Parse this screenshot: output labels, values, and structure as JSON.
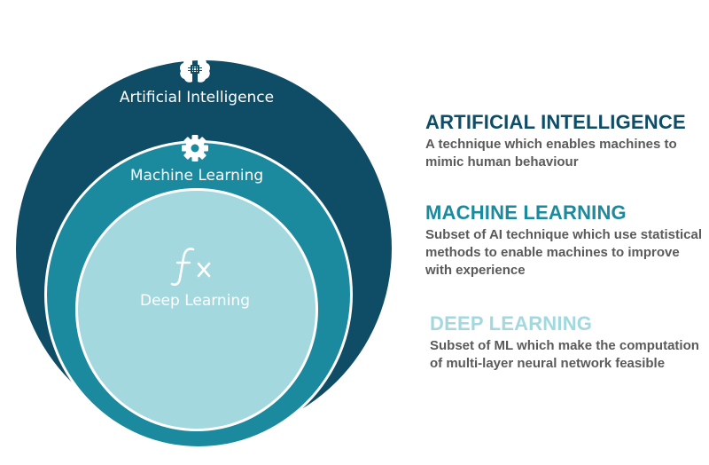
{
  "diagram": {
    "circles": [
      {
        "label": "Artificial Intelligence",
        "icon": "brain-chip-icon",
        "color": "#0f4c66"
      },
      {
        "label": "Machine Learning",
        "icon": "gear-icon",
        "color": "#1c8a9e"
      },
      {
        "label": "Deep Learning",
        "icon": "function-fx-icon",
        "color": "#a3d8df"
      }
    ]
  },
  "legend": {
    "ai": {
      "title": "ARTIFICIAL INTELLIGENCE",
      "description": "A technique which enables machines to mimic human behaviour",
      "color": "#0f4c66"
    },
    "ml": {
      "title": "MACHINE LEARNING",
      "description": "Subset of AI technique which use statistical methods to enable machines to improve with experience",
      "color": "#1c8a9e"
    },
    "dl": {
      "title": "DEEP LEARNING",
      "description": "Subset of ML which make the computation of multi-layer neural network feasible",
      "color": "#a3d8df"
    }
  }
}
